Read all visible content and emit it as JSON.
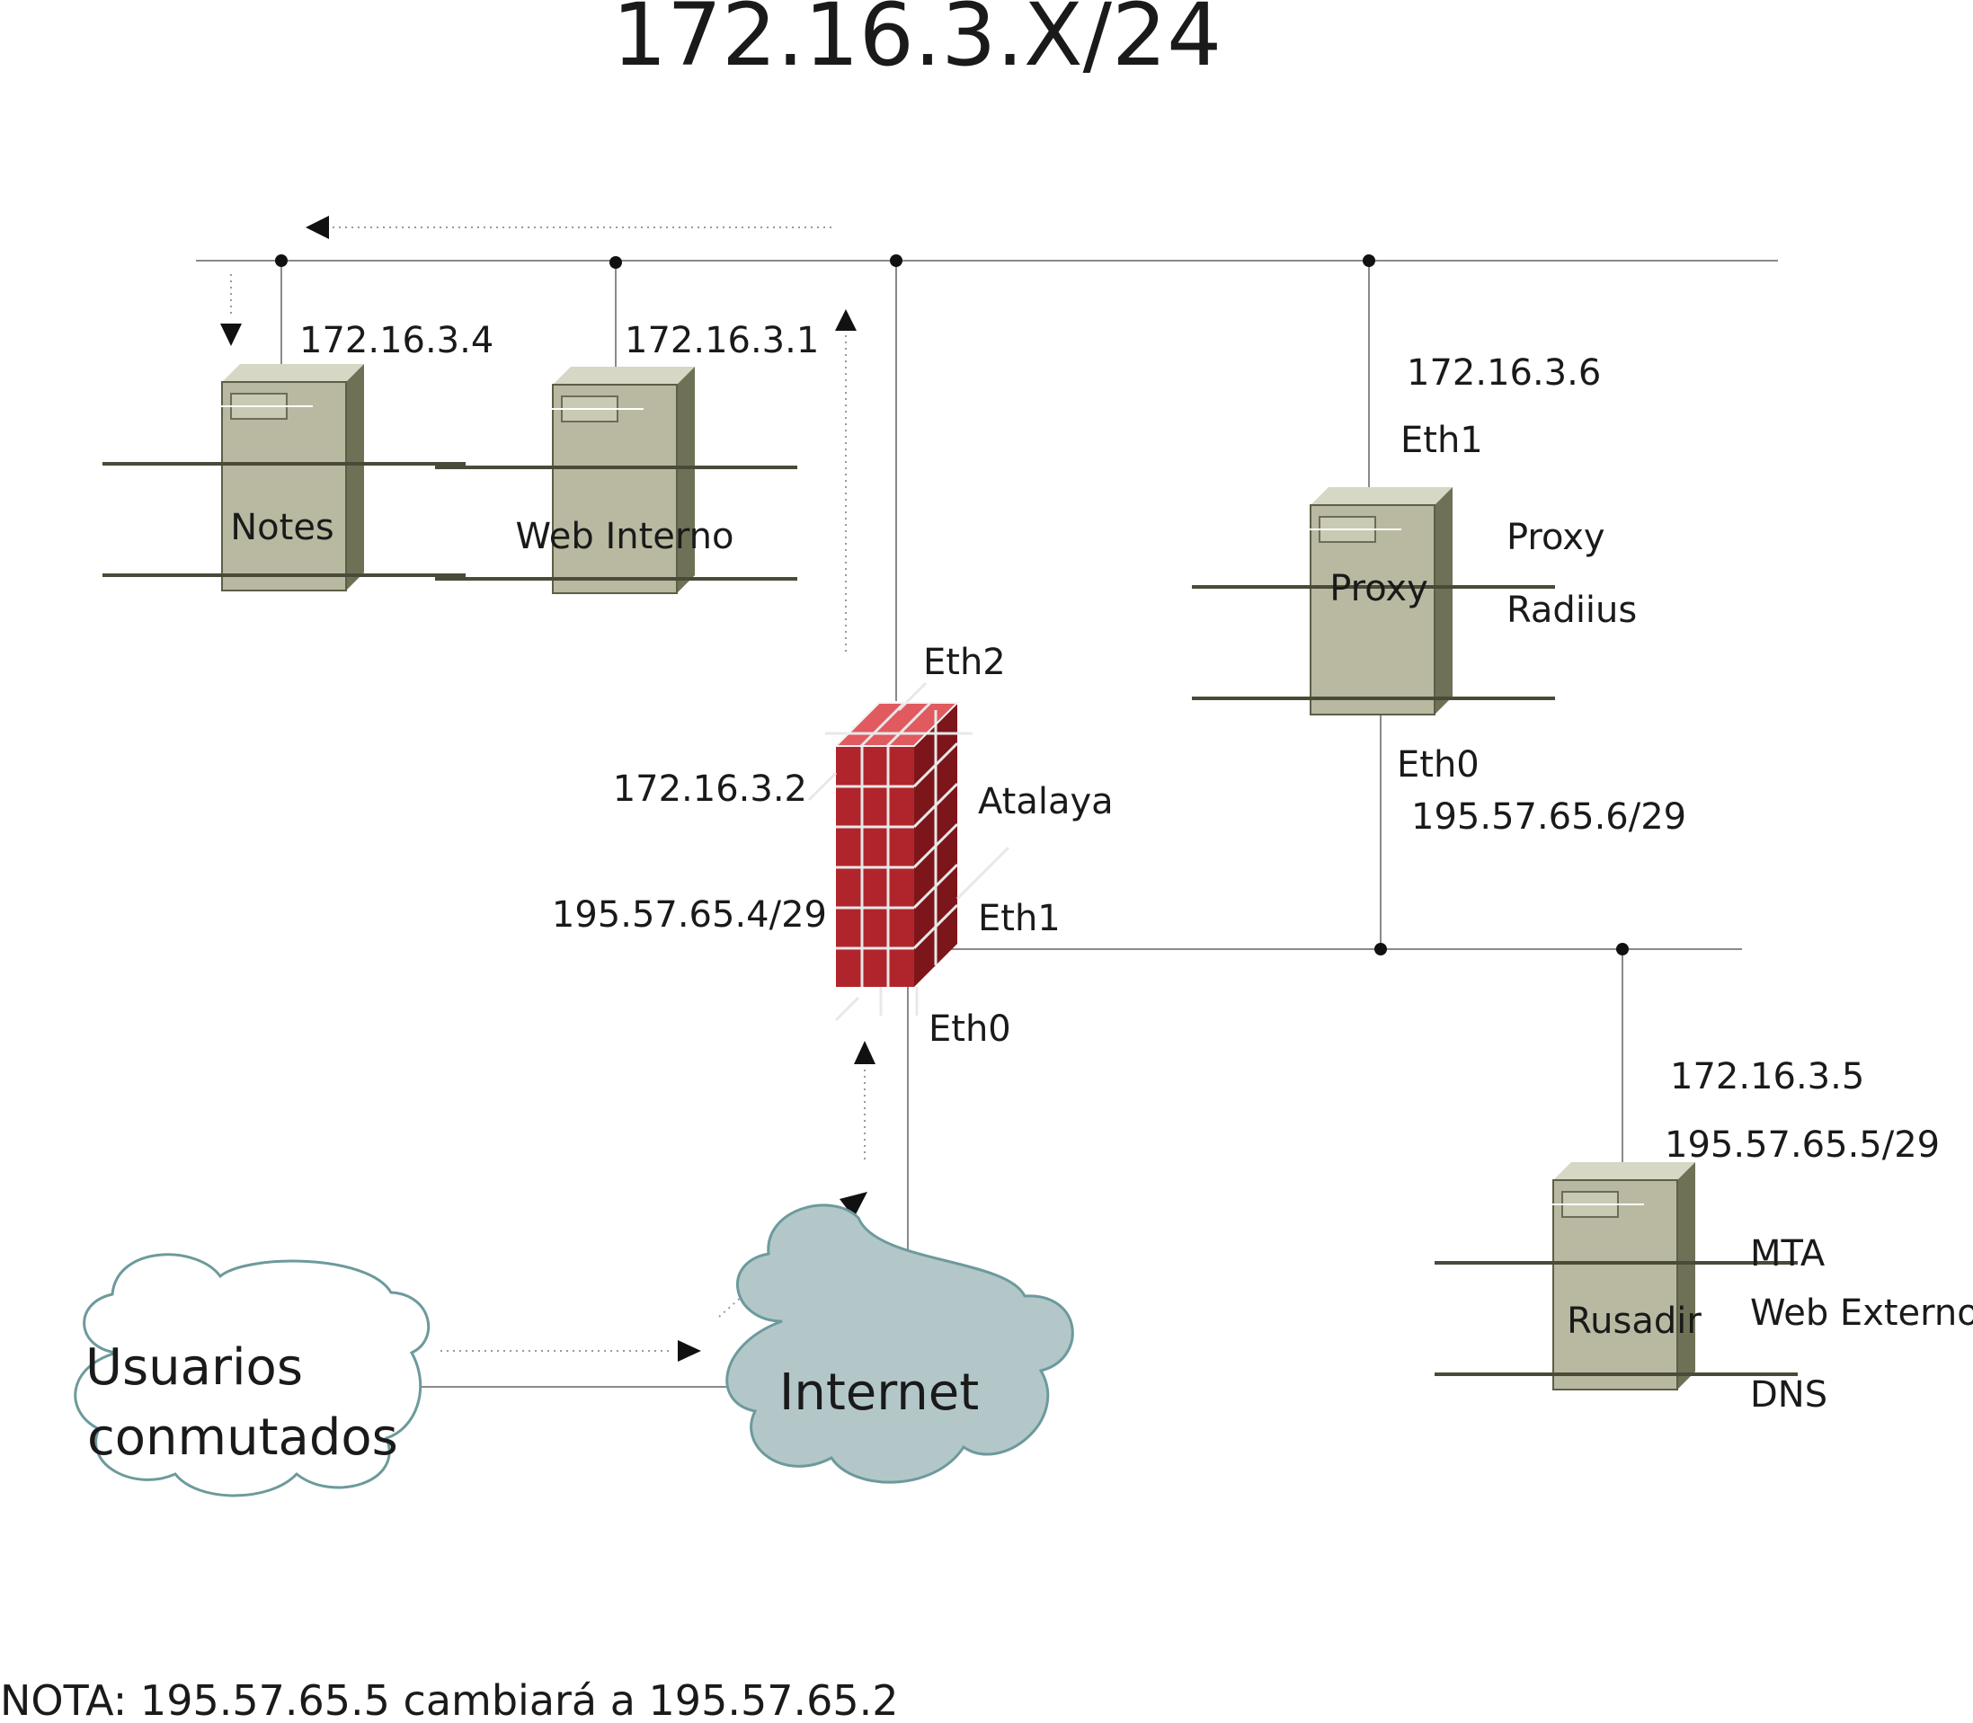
{
  "title": "172.16.3.X/24",
  "note": "NOTA: 195.57.65.5 cambiará a 195.57.65.2",
  "servers": {
    "notes": {
      "name": "Notes",
      "ip": "172.16.3.4"
    },
    "web_interno": {
      "name": "Web Interno",
      "ip": "172.16.3.1"
    },
    "proxy": {
      "name": "Proxy",
      "ip": "172.16.3.6",
      "eth_top": "Eth1",
      "eth_bottom": "Eth0",
      "ext_ip": "195.57.65.6/29",
      "services": [
        "Proxy",
        "Radiius"
      ]
    },
    "rusadir": {
      "name": "Rusadir",
      "ip": "172.16.3.5",
      "ext_ip": "195.57.65.5/29",
      "services": [
        "MTA",
        "Web Externo",
        "DNS"
      ]
    }
  },
  "firewall": {
    "name": "Atalaya",
    "eth2": "Eth2",
    "eth1": "Eth1",
    "eth0": "Eth0",
    "ip_internal": "172.16.3.2",
    "ip_external": "195.57.65.4/29"
  },
  "clouds": {
    "internet": "Internet",
    "usuarios_line1": "Usuarios",
    "usuarios_line2": "conmutados"
  },
  "colors": {
    "server_front": "#b8b9a0",
    "server_side": "#6f7156",
    "server_top": "#d6d7c4",
    "firewall_brick": "#b0252b",
    "firewall_side": "#7d161b",
    "firewall_top": "#e05a60",
    "cloud_internet": "#b3c7c9",
    "cloud_outline": "#6d9a9c"
  },
  "icons": [
    "server-icon",
    "firewall-icon",
    "cloud-icon",
    "arrow-icon"
  ]
}
